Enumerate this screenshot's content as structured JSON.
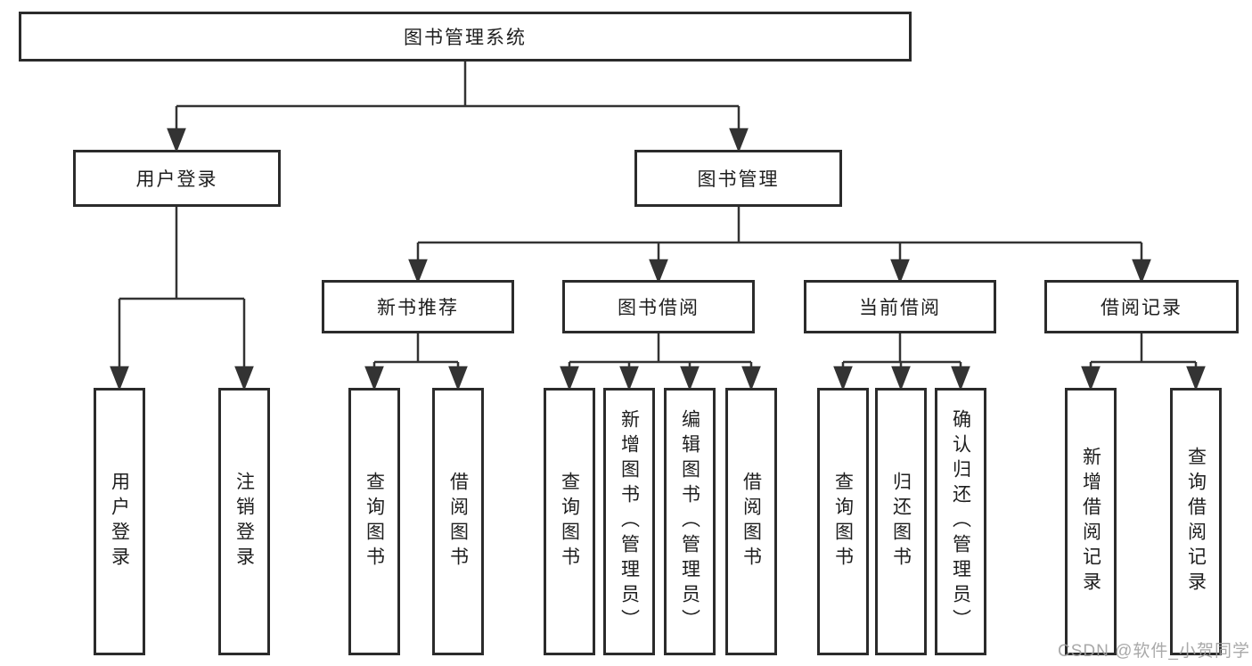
{
  "diagram": {
    "title": "图书管理系统",
    "branches": [
      {
        "label": "用户登录",
        "children": [
          "用户登录",
          "注销登录"
        ]
      },
      {
        "label": "图书管理",
        "children": [
          {
            "label": "新书推荐",
            "children": [
              "查询图书",
              "借阅图书"
            ]
          },
          {
            "label": "图书借阅",
            "children": [
              "查询图书",
              "新增图书（管理员）",
              "编辑图书（管理员）",
              "借阅图书"
            ]
          },
          {
            "label": "当前借阅",
            "children": [
              "查询图书",
              "归还图书",
              "确认归还（管理员）"
            ]
          },
          {
            "label": "借阅记录",
            "children": [
              "新增借阅记录",
              "查询借阅记录"
            ]
          }
        ]
      }
    ]
  },
  "watermark": {
    "text": "CSDN @软件_小贺同学"
  },
  "colors": {
    "line": "#333333",
    "box_border": "#2b2b2b",
    "text": "#1e1e1e",
    "watermark": "#a0a0a0",
    "background": "#ffffff"
  }
}
